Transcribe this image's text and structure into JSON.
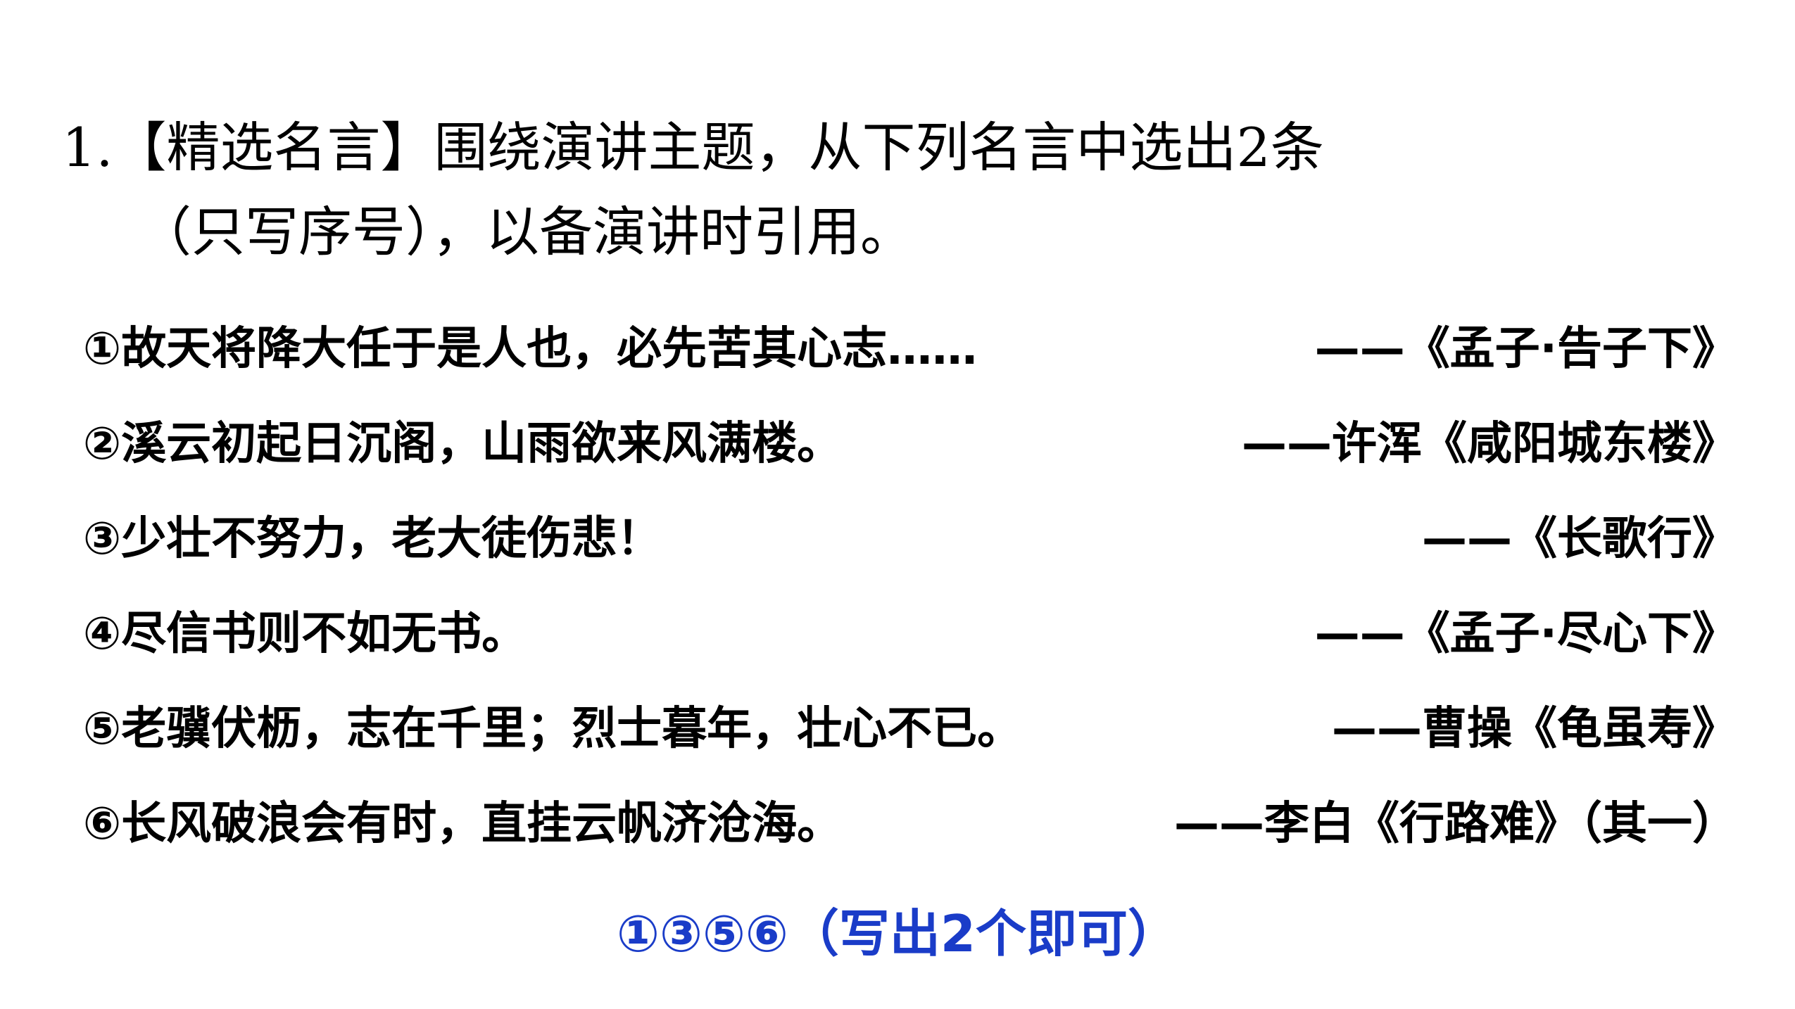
{
  "question": {
    "line1": "1.【精选名言】围绕演讲主题，从下列名言中选出2条",
    "line2": "（只写序号），以备演讲时引用。"
  },
  "quotes": [
    {
      "text": "①故天将降大任于是人也，必先苦其心志……",
      "source": "——《孟子·告子下》"
    },
    {
      "text": "②溪云初起日沉阁，山雨欲来风满楼。",
      "source": "——许浑《咸阳城东楼》"
    },
    {
      "text": "③少壮不努力，老大徒伤悲！",
      "source": "——《长歌行》"
    },
    {
      "text": "④尽信书则不如无书。",
      "source": "——《孟子·尽心下》"
    },
    {
      "text": "⑤老骥伏枥，志在千里；烈士暮年，壮心不已。",
      "source": "——曹操《龟虽寿》"
    },
    {
      "text": "⑥长风破浪会有时，直挂云帆济沧海。",
      "source": "——李白《行路难》（其一）"
    }
  ],
  "answer": "①③⑤⑥（写出2个即可）",
  "colors": {
    "answer": "#1a3cc8",
    "text": "#000000",
    "background": "#ffffff"
  }
}
